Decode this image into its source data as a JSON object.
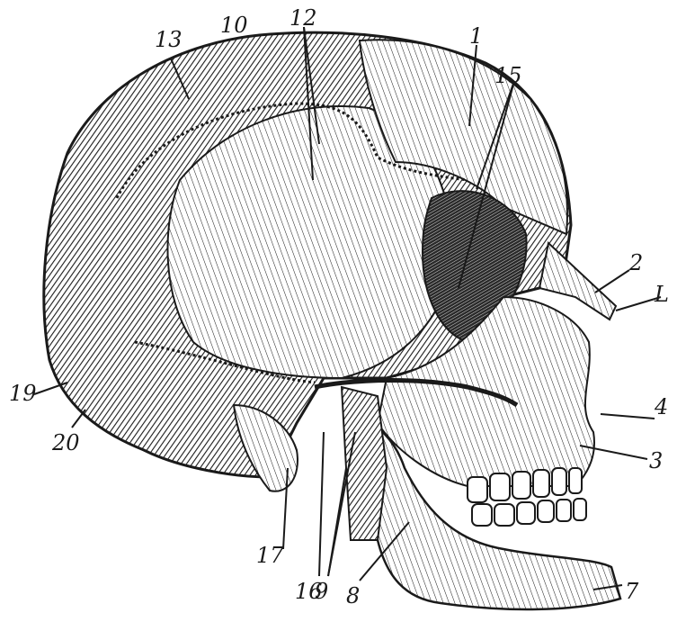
{
  "figure": {
    "colors": {
      "ink": "#1a1a1a",
      "shade": "#4a4a4a",
      "paper": "#ffffff"
    },
    "labels": {
      "l1": "1",
      "l2": "2",
      "l3": "3",
      "l4": "4",
      "l7": "7",
      "l8": "8",
      "l9": "9",
      "l10": "10",
      "l12": "12",
      "l13": "13",
      "l15": "15",
      "l16": "16",
      "l17": "17",
      "l19": "19",
      "l20": "20",
      "lL": "L"
    }
  }
}
